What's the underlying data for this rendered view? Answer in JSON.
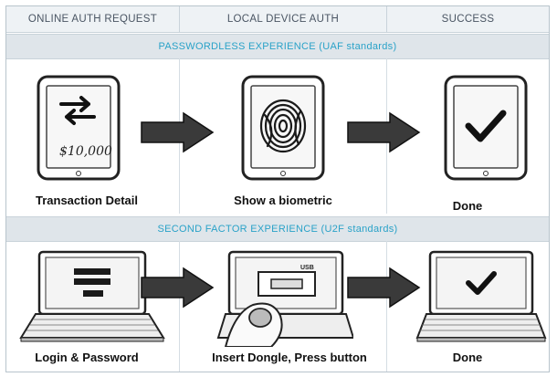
{
  "columns": [
    "ONLINE AUTH REQUEST",
    "LOCAL DEVICE AUTH",
    "SUCCESS"
  ],
  "sections": [
    {
      "title": "PASSWORDLESS EXPERIENCE (UAF standards)",
      "steps": [
        {
          "caption": "Transaction Detail",
          "screen_text": "$10,000"
        },
        {
          "caption": "Show a biometric"
        },
        {
          "caption": "Done"
        }
      ]
    },
    {
      "title": "SECOND FACTOR EXPERIENCE (U2F standards)",
      "steps": [
        {
          "caption": "Login & Password"
        },
        {
          "caption": "Insert Dongle, Press button",
          "screen_text": "USB"
        },
        {
          "caption": "Done"
        }
      ]
    }
  ],
  "colors": {
    "banner_text": "#2aa2c8",
    "arrow": "#333333"
  }
}
